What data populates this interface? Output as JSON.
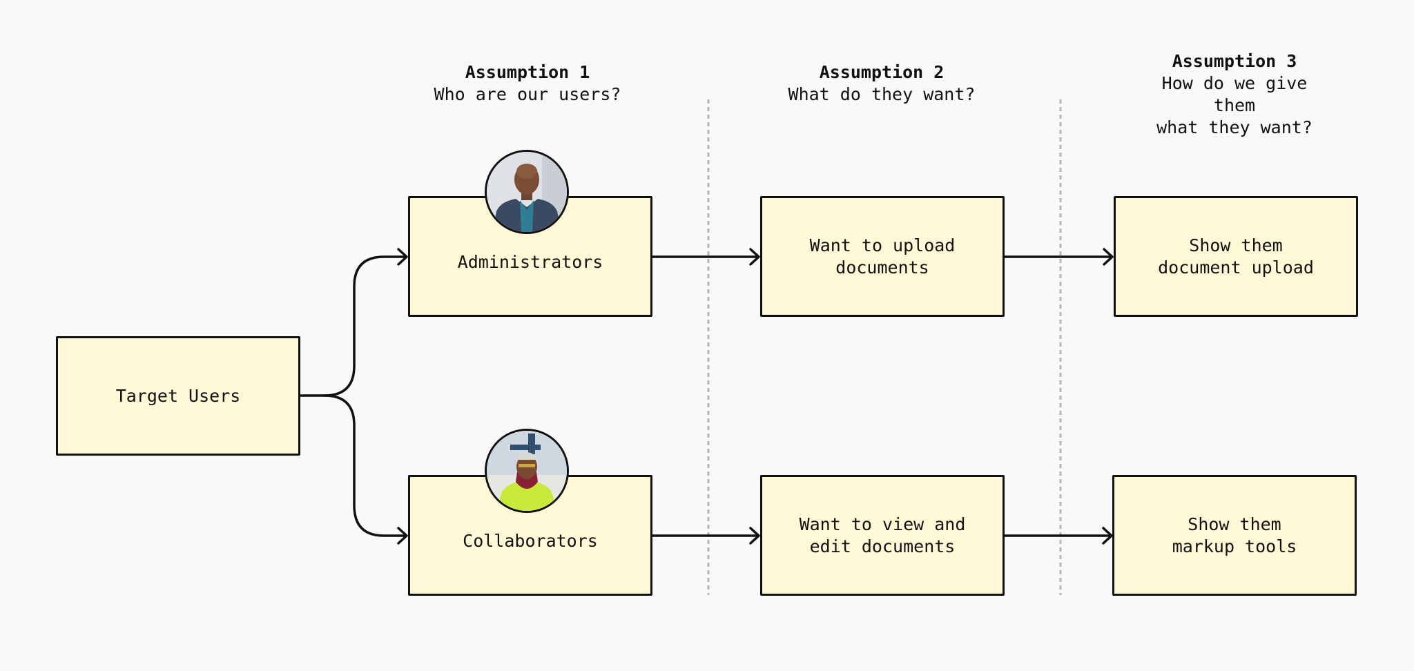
{
  "columns": [
    {
      "title": "Assumption 1",
      "subtitle": "Who are our users?"
    },
    {
      "title": "Assumption 2",
      "subtitle": "What do they want?"
    },
    {
      "title": "Assumption 3",
      "subtitle": "How do we give them\nwhat they want?"
    }
  ],
  "root": {
    "label": "Target Users"
  },
  "rows": [
    {
      "user": {
        "label": "Administrators",
        "avatar": "person-portrait-suit"
      },
      "want": {
        "label": "Want to upload\ndocuments"
      },
      "solution": {
        "label": "Show them\ndocument upload"
      }
    },
    {
      "user": {
        "label": "Collaborators",
        "avatar": "person-portrait-hard-hat"
      },
      "want": {
        "label": "Want to view and\nedit documents"
      },
      "solution": {
        "label": "Show them\nmarkup tools"
      }
    }
  ],
  "colors": {
    "background": "#f9f9f9",
    "box_fill": "#fff8d6",
    "stroke": "#111111",
    "divider": "#b5b5b5"
  }
}
